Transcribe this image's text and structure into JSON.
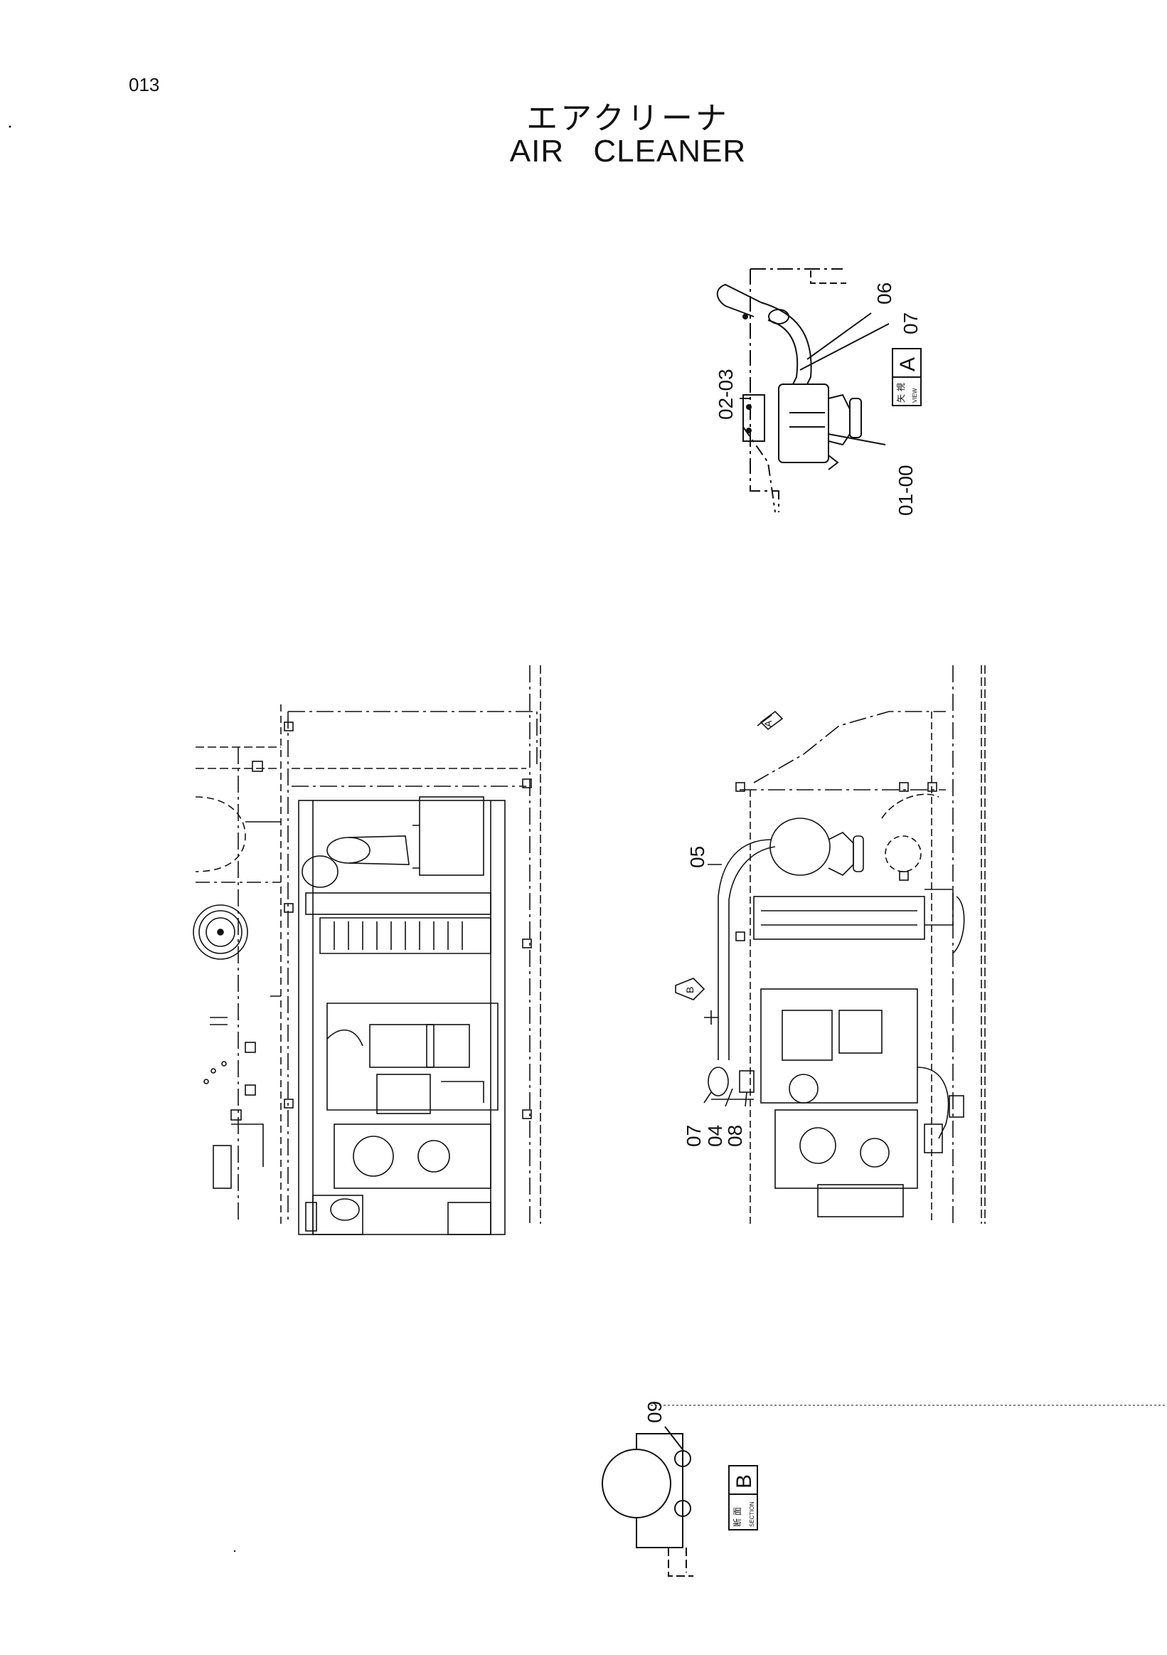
{
  "page_number": "013",
  "title_jp": "エアクリーナ",
  "title_en": "AIR   CLEANER",
  "view_a": {
    "letter": "A",
    "label_jp": "矢 視",
    "label_en": "VIEW",
    "callouts": [
      "06",
      "07",
      "02-03",
      "01-00"
    ]
  },
  "main_view": {
    "callouts": [
      "05",
      "07",
      "04",
      "08"
    ],
    "arrow_a": "A",
    "arrow_b": "B"
  },
  "section_b": {
    "letter": "B",
    "label_jp": "断 面",
    "label_en": "SECTION",
    "callouts": [
      "09"
    ]
  }
}
